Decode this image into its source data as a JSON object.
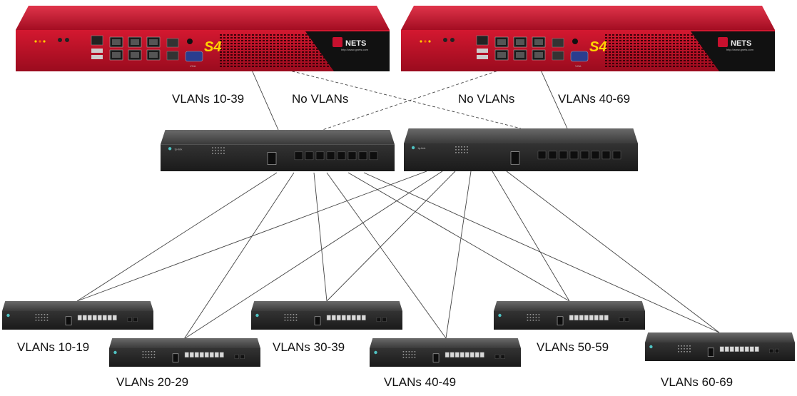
{
  "routers": [
    {
      "model": "S4",
      "brand": "NETS",
      "url": "http://www.gnets.com",
      "vga": "VGA"
    },
    {
      "model": "S4",
      "brand": "NETS",
      "url": "http://www.gnets.com",
      "vga": "VGA"
    }
  ],
  "router_links": [
    {
      "label": "VLANs 10-39"
    },
    {
      "label": "No VLANs"
    },
    {
      "label": "No VLANs"
    },
    {
      "label": "VLANs 40-69"
    }
  ],
  "core_switches": [
    {
      "brand": "tp-link"
    },
    {
      "brand": "tp-link"
    }
  ],
  "access_switches": [
    {
      "label": "VLANs 10-19"
    },
    {
      "label": "VLANs 20-29"
    },
    {
      "label": "VLANs 30-39"
    },
    {
      "label": "VLANs 40-49"
    },
    {
      "label": "VLANs 50-59"
    },
    {
      "label": "VLANs 60-69"
    }
  ],
  "colors": {
    "router_red": "#c8102e",
    "switch_dark": "#2a2a2a",
    "link_line": "#444444",
    "s4_yellow": "#ffd400"
  }
}
